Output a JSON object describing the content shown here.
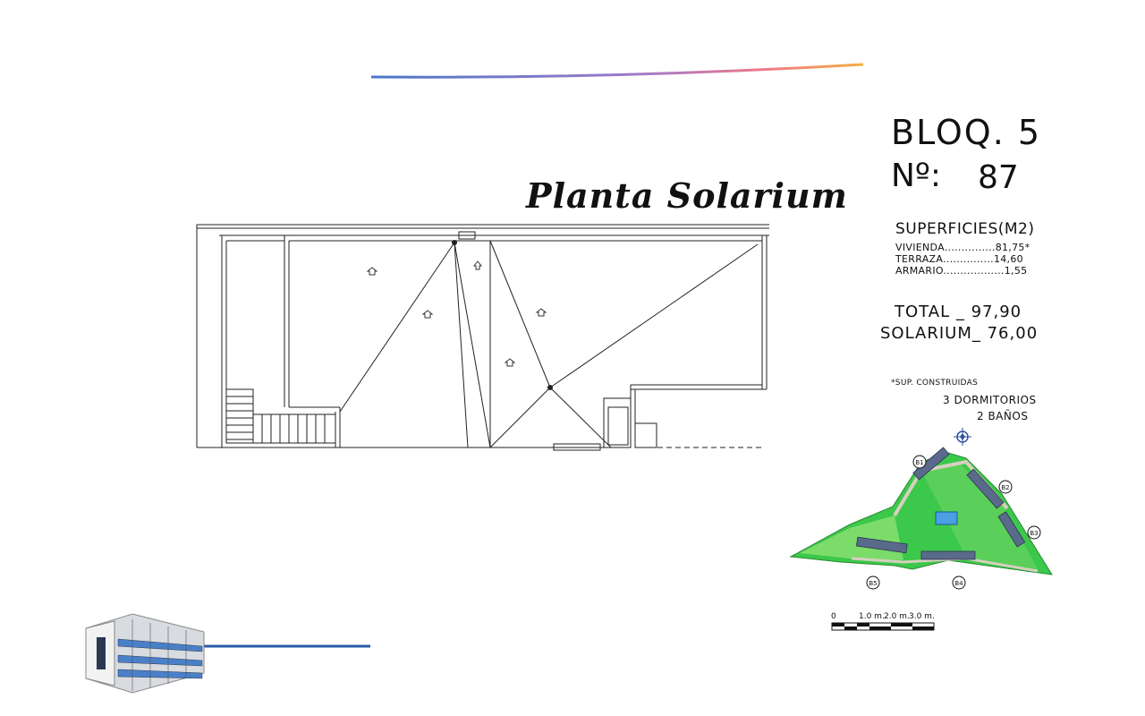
{
  "header": {
    "gradient_colors": [
      "#4a78c8",
      "#a07ac8",
      "#f07a8a",
      "#f0b040"
    ]
  },
  "plan": {
    "title": "Planta Solarium"
  },
  "info": {
    "bloque": "BLOQ. 5",
    "numero_label": "Nº:",
    "numero_value": "87",
    "superficies_title": "SUPERFICIES(M2)",
    "rows": [
      {
        "label": "VIVIENDA...............",
        "value": "81,75*"
      },
      {
        "label": "TERRAZA...............",
        "value": "14,60"
      },
      {
        "label": "ARMARIO..................",
        "value": "1,55"
      }
    ],
    "total_label": "TOTAL _",
    "total_value": "97,90",
    "solarium_label": "SOLARIUM_",
    "solarium_value": "76,00",
    "note": "*SUP. CONSTRUIDAS",
    "dormitorios": "3 DORMITORIOS",
    "banos": "2 BAÑOS"
  },
  "site_map": {
    "block_labels": [
      "B1",
      "B2",
      "B3",
      "B4",
      "B5"
    ],
    "colors": {
      "green": "#3cc84a",
      "grass": "#8ae07a",
      "building": "#5a6a8a",
      "pool": "#4aa0e0",
      "paths": "#d6d0c0"
    }
  },
  "scale_bar": {
    "labels": [
      "0",
      "1.0 m.",
      "2.0 m.",
      "3.0 m."
    ]
  },
  "footer": {
    "line_color": "#2a5aa8"
  }
}
